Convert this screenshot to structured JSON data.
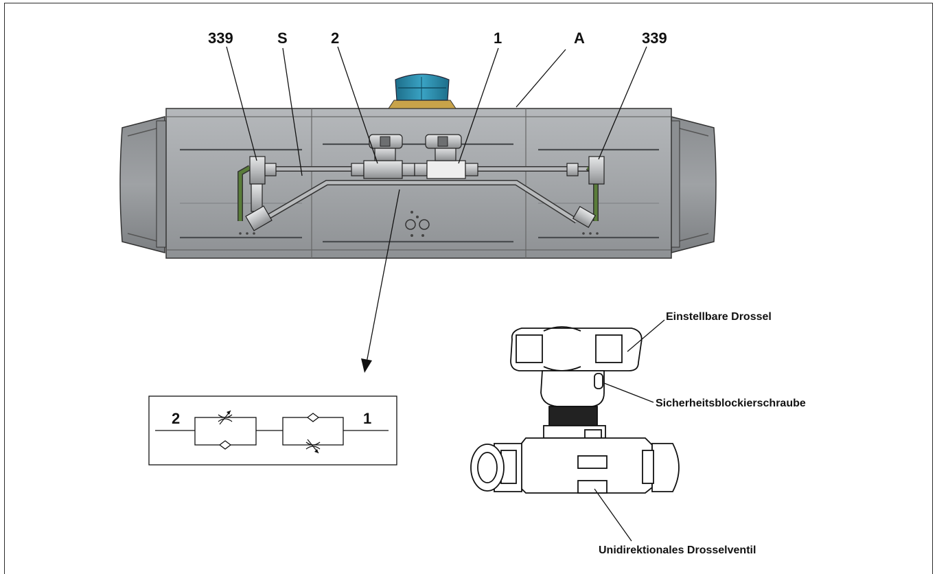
{
  "callouts": {
    "label_339_left": "339",
    "label_s": "S",
    "label_2": "2",
    "label_1": "1",
    "label_a": "A",
    "label_339_right": "339"
  },
  "schematic": {
    "port_left": "2",
    "port_right": "1"
  },
  "valve_detail": {
    "adjustable_throttle": "Einstellbare Drossel",
    "safety_screw": "Sicherheitsblockierschraube",
    "unidirectional_valve": "Unidirektionales Drosselventil"
  },
  "colors": {
    "body_gray": "#9a9ea2",
    "cap_blue": "#2f8fb0",
    "tube_green": "#5a7d3a"
  }
}
